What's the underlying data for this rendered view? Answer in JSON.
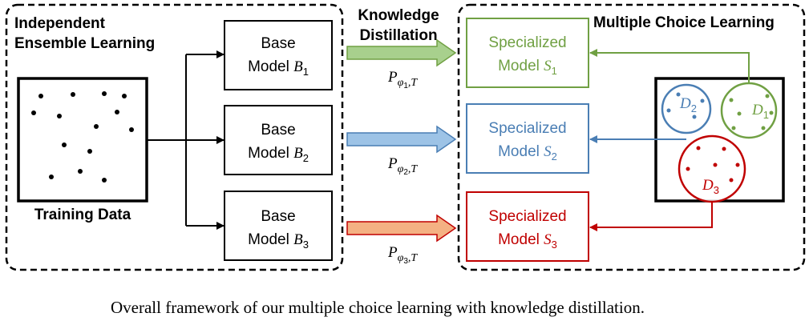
{
  "panels": {
    "left_title_line1": "Independent",
    "left_title_line2": "Ensemble Learning",
    "right_title": "Multiple Choice Learning",
    "kd_line1": "Knowledge",
    "kd_line2": "Distillation"
  },
  "training": {
    "label": "Training Data"
  },
  "base_models": [
    {
      "line1": "Base",
      "line2": "Model",
      "sym": "B",
      "sub": "1"
    },
    {
      "line1": "Base",
      "line2": "Model",
      "sym": "B",
      "sub": "2"
    },
    {
      "line1": "Base",
      "line2": "Model",
      "sym": "B",
      "sub": "3"
    }
  ],
  "distill": [
    {
      "sym": "P",
      "sub": "φ",
      "subsub": "1",
      "suffix": ",T",
      "color": "#a8d08d"
    },
    {
      "sym": "P",
      "sub": "φ",
      "subsub": "2",
      "suffix": ",T",
      "color": "#9dc3e6"
    },
    {
      "sym": "P",
      "sub": "φ",
      "subsub": "3",
      "suffix": ",T",
      "color": "#f4b183"
    }
  ],
  "specialized": [
    {
      "line1": "Specialized",
      "line2": "Model",
      "sym": "S",
      "sub": "1",
      "color": "#70a043"
    },
    {
      "line1": "Specialized",
      "line2": "Model",
      "sym": "S",
      "sub": "2",
      "color": "#4a7eb4"
    },
    {
      "line1": "Specialized",
      "line2": "Model",
      "sym": "S",
      "sub": "3",
      "color": "#c00000"
    }
  ],
  "subsets": [
    {
      "sym": "D",
      "sub": "2",
      "color": "#4a7eb4"
    },
    {
      "sym": "D",
      "sub": "1",
      "color": "#70a043"
    },
    {
      "sym": "D",
      "sub": "3",
      "color": "#c00000"
    }
  ],
  "caption": "Overall framework of our multiple choice learning with knowledge distillation."
}
